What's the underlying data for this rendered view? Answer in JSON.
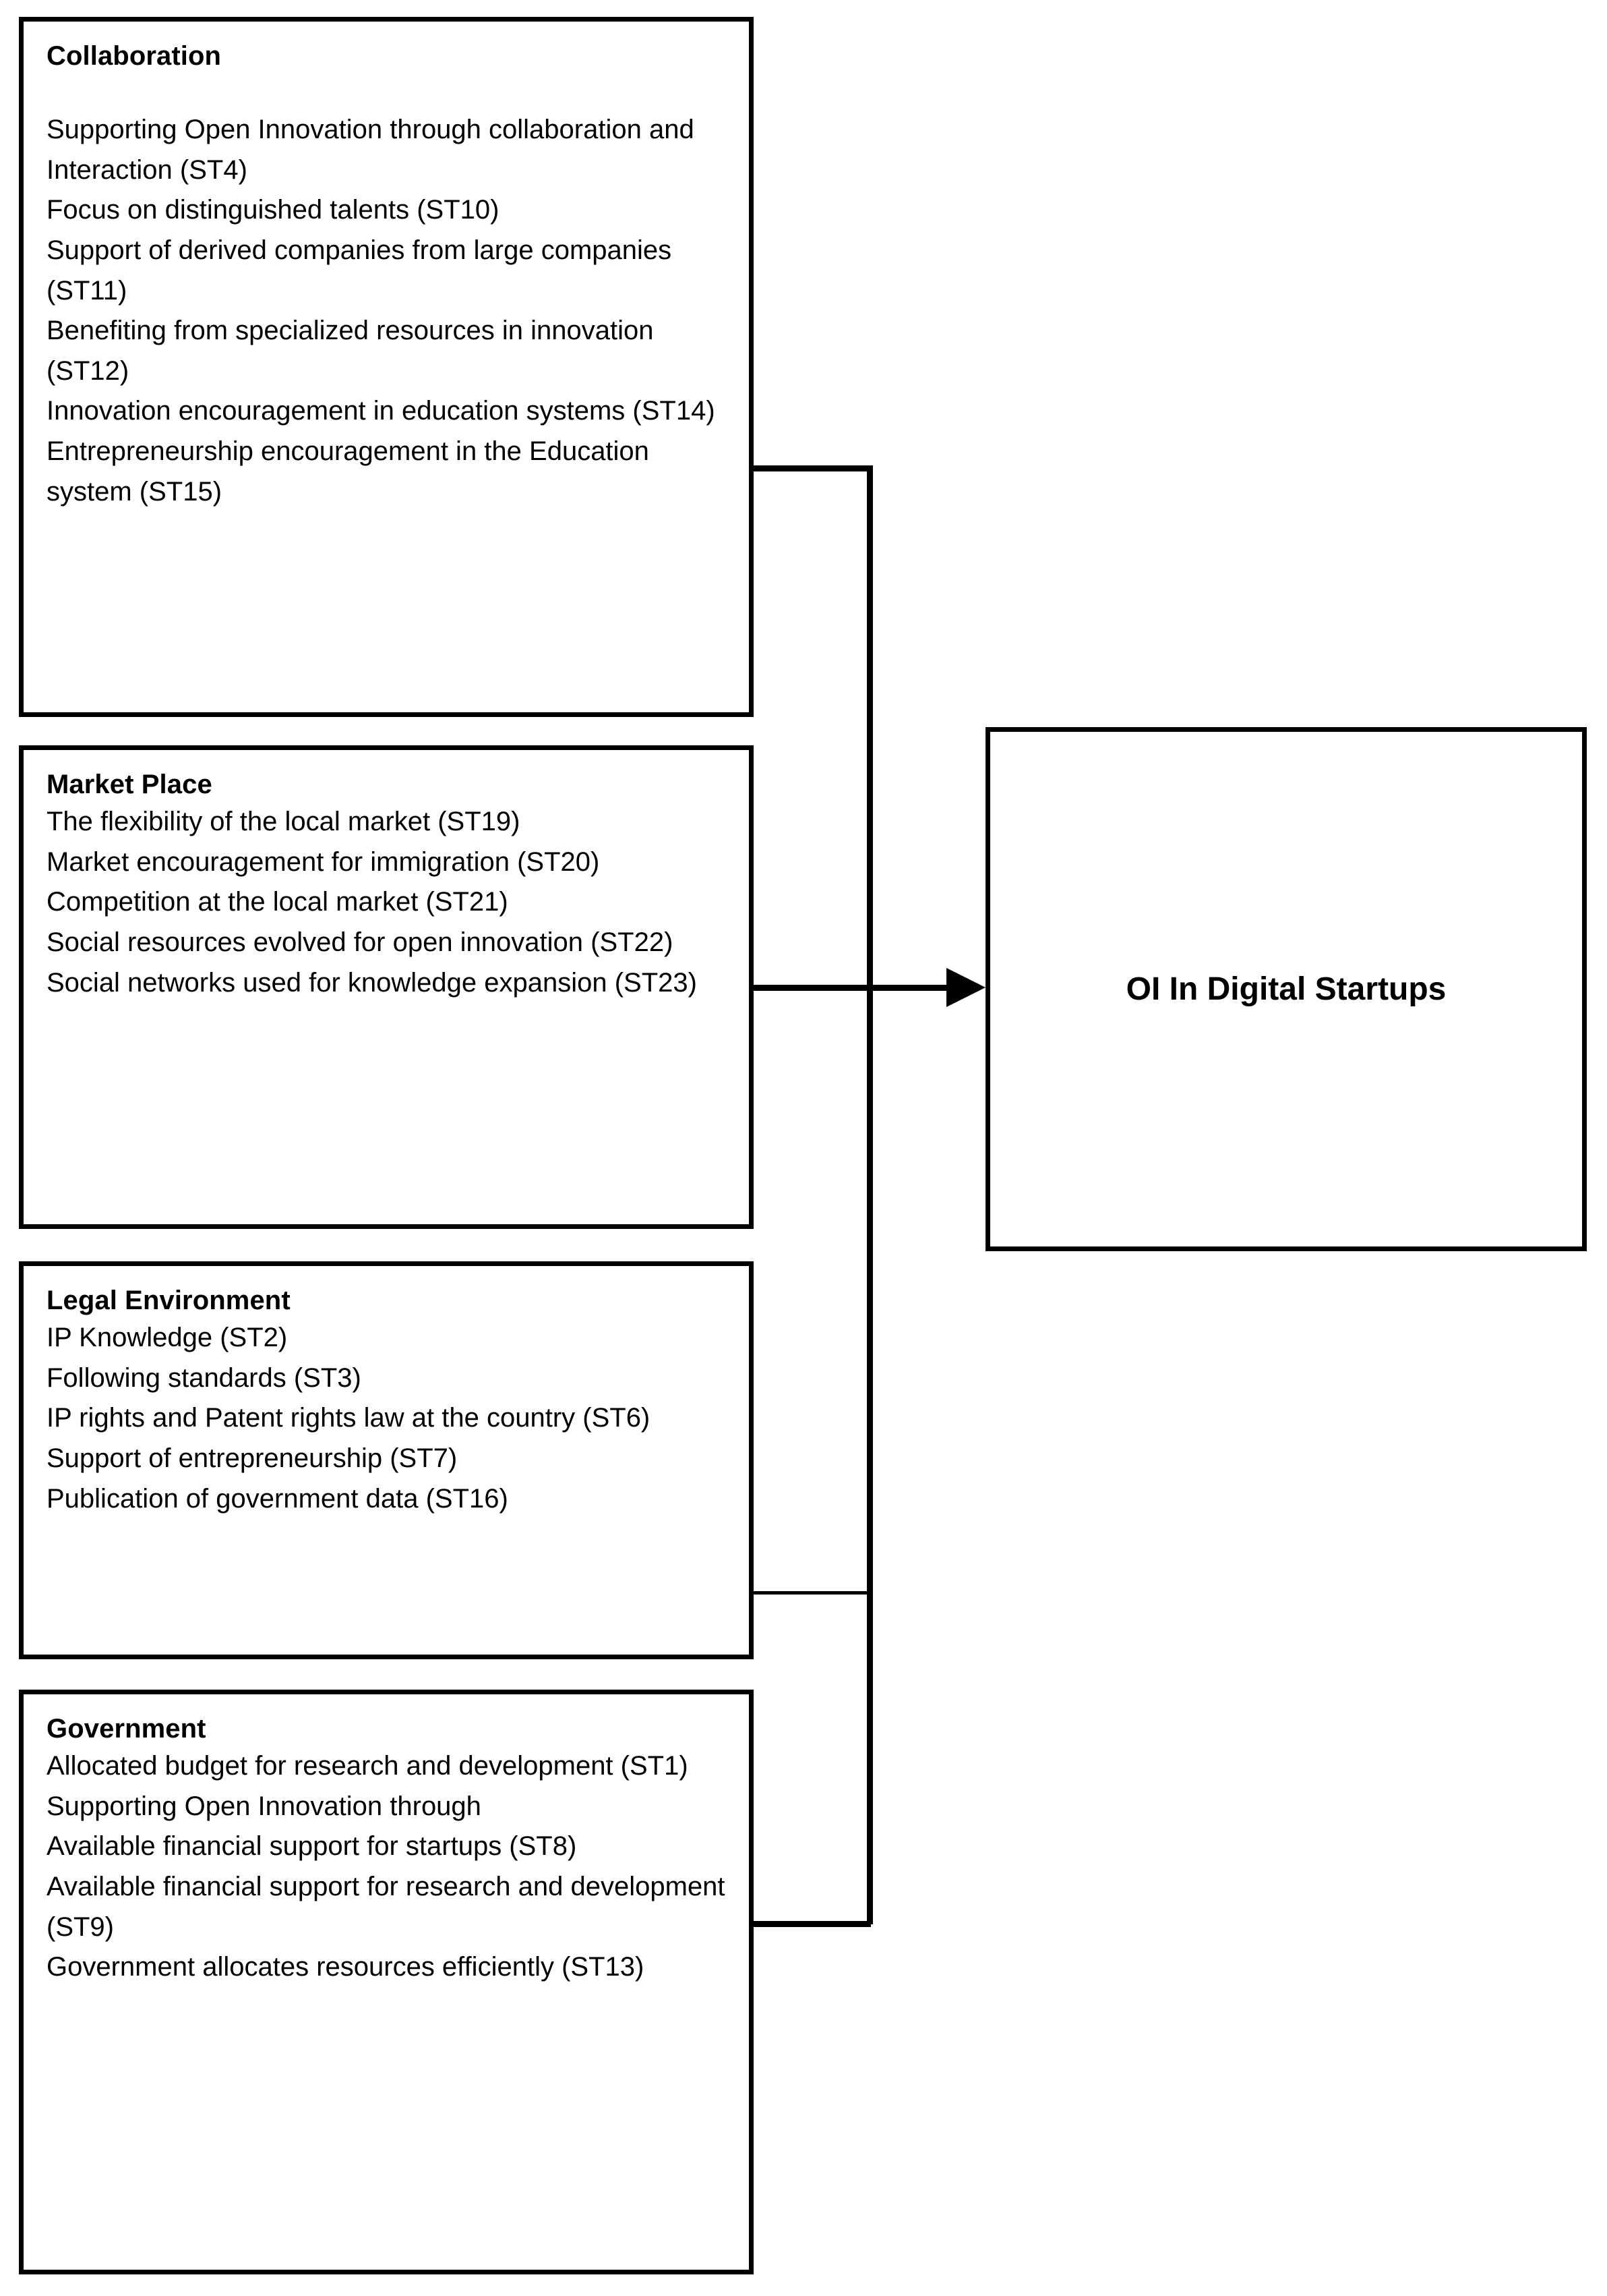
{
  "diagram": {
    "title": "OI In Digital Startups",
    "accent_color": "#000000",
    "background_color": "#ffffff",
    "target": {
      "label": "OI In Digital Startups"
    },
    "categories": [
      {
        "id": "collaboration",
        "title": "Collaboration",
        "items": [
          "Supporting Open Innovation through collaboration and Interaction (ST4)",
          "Focus on distinguished talents (ST10)",
          "Support of derived companies from large companies (ST11)",
          "Benefiting from specialized resources in innovation (ST12)",
          "Innovation encouragement in education systems (ST14)",
          "Entrepreneurship encouragement in the Education system (ST15)"
        ]
      },
      {
        "id": "marketplace",
        "title": "Market Place",
        "items": [
          "The flexibility of the local market (ST19)",
          "Market encouragement for immigration (ST20)",
          "Competition at the local market (ST21)",
          "Social resources evolved for open innovation (ST22)",
          "Social networks used for knowledge expansion (ST23)"
        ]
      },
      {
        "id": "legal",
        "title": "Legal Environment",
        "items": [
          "IP Knowledge  (ST2)",
          "Following standards (ST3)",
          "IP rights and Patent rights law at the country (ST6)",
          "Support of entrepreneurship  (ST7)",
          "Publication of government data (ST16)"
        ]
      },
      {
        "id": "government",
        "title": "Government",
        "items": [
          "Allocated budget for research and development (ST1)",
          "Supporting Open Innovation through",
          "Available financial support for startups (ST8)",
          "Available financial support for research and development (ST9)",
          "Government allocates resources efficiently (ST13)"
        ]
      }
    ],
    "connectors": {
      "trunk_label": "vertical-trunk",
      "arrow_label": "arrow-to-target"
    }
  }
}
